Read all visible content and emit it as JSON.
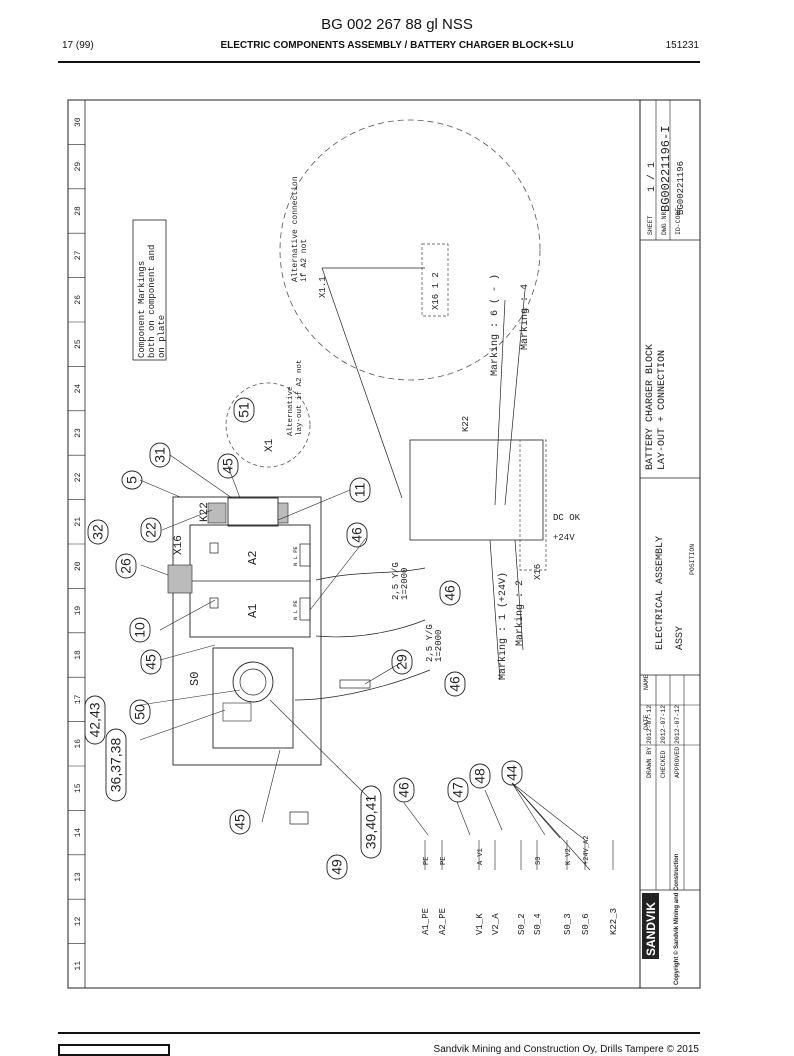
{
  "header": {
    "doc_code": "BG 002 267 88 gl NSS",
    "page": "17 (99)",
    "section_title": "ELECTRIC COMPONENTS ASSEMBLY / BATTERY CHARGER BLOCK+SLU",
    "doc_number": "151231"
  },
  "footer": {
    "company_text": "Sandvik Mining and Construction Oy, Drills Tampere © 2015"
  },
  "drawing": {
    "grid_numbers": [
      "11",
      "12",
      "13",
      "14",
      "15",
      "16",
      "17",
      "18",
      "19",
      "20",
      "21",
      "22",
      "23",
      "24",
      "25",
      "26",
      "27",
      "28",
      "29",
      "30"
    ],
    "callouts": [
      "51",
      "31",
      "5",
      "45",
      "11",
      "22",
      "32",
      "46",
      "26",
      "10",
      "46",
      "45",
      "29",
      "46",
      "50",
      "42,43",
      "36,37,38",
      "45",
      "46",
      "47",
      "48",
      "44",
      "39,40,41",
      "49"
    ],
    "component_markings": [
      "Component Markings",
      "both on component and",
      "on plate"
    ],
    "alt_connection_big": [
      "Alternative connection",
      "if A2 not"
    ],
    "alt_layout_small": [
      "Alternative",
      "lay-out if A2 not"
    ],
    "labels": {
      "k22": "K22",
      "x16": "X16",
      "a1": "A1",
      "a2": "A2",
      "s0": "S0",
      "x1": "X1",
      "x1_1": "X1.1",
      "x16_2": "X16 1 2",
      "k22_right": "K22",
      "dc_ok": "DC OK",
      "plus24v": "+24V",
      "x16_bottom": "X16",
      "marking_6": "Marking : 6 ( - )",
      "marking_4": "Marking : 4",
      "marking_1": "Marking : 1 (+24V)",
      "marking_2": "Marking : 2",
      "wire_a": "2,5 Y/G",
      "wire_a_len": "1=2000",
      "wire_b": "2,5 Y/G",
      "wire_b_len": "1=2000",
      "nlpe": "N L PE"
    },
    "wire_list": [
      "A1_PE",
      "A2_PE",
      "V1_K",
      "V2_A",
      "S0_2",
      "S0_4",
      "S0_3",
      "S0_6",
      "K22_3"
    ],
    "wire_list_ends": [
      "PE",
      "PE",
      "A V1",
      "",
      "",
      "S0",
      "K V2",
      "+24V_A2"
    ],
    "title_block": {
      "company": "SANDVIK",
      "copyright": "Copyright © Sandvik Mining and Construction",
      "drawn_by_label": "DRAWN BY",
      "drawn_by_date": "2012-07-12",
      "checked_label": "CHECKED",
      "checked_date": "2012-07-12",
      "approved_label": "APPROVED",
      "approved_date": "2012-07-12",
      "date_label": "DATE",
      "name_label": "NAME",
      "title_main": "ELECTRICAL ASSEMBLY",
      "title_sub": "ASSY",
      "description_1": "BATTERY CHARGER BLOCK",
      "description_2": "LAY-OUT + CONNECTION",
      "position_label": "POSITION",
      "sheet_label": "SHEET",
      "sheet_value": "1 / 1",
      "dwg_label": "DWG NR",
      "dwg_value": "BG00221196-I",
      "idcode_label": "ID-CODE",
      "idcode_value": "BG00221196"
    }
  }
}
